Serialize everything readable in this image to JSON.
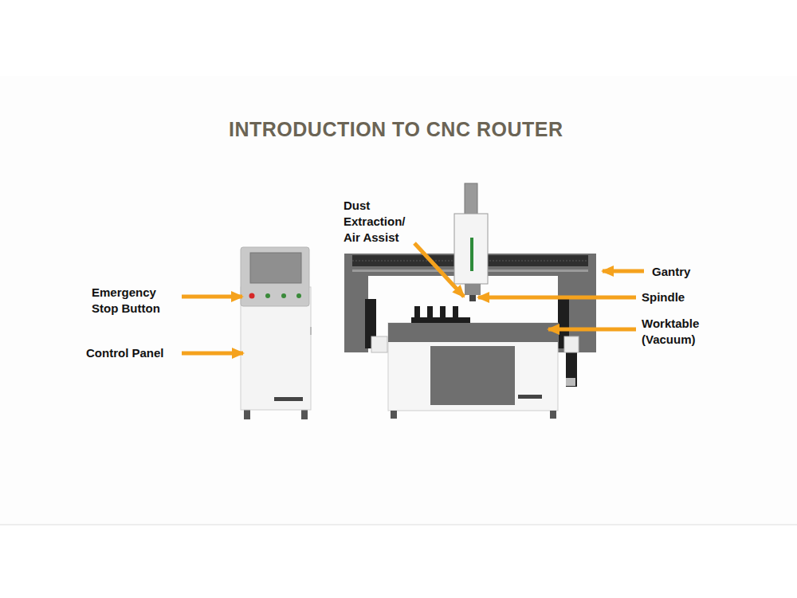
{
  "diagram": {
    "title": "INTRODUCTION TO CNC ROUTER",
    "labels": [
      "Dust Extraction/ Air Assist",
      "Gantry",
      "Emergency Stop Button",
      "Spindle",
      "Worktable (Vacuum)",
      "Control Panel"
    ]
  }
}
